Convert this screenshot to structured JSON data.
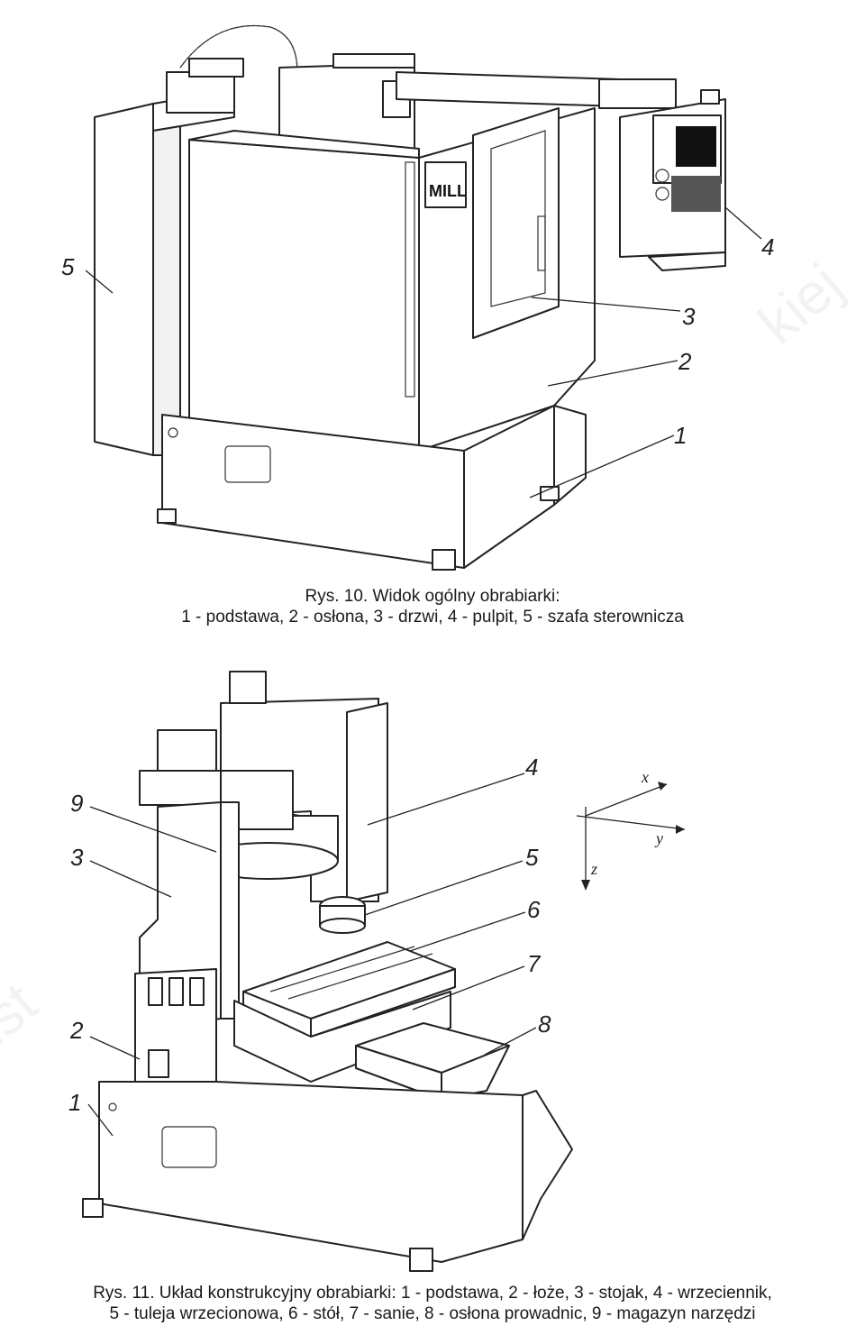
{
  "figure1": {
    "caption_title": "Rys. 10. Widok ogólny obrabiarki:",
    "caption_items": "1 - podstawa, 2 - osłona, 3 - drzwi, 4 - pulpit, 5 - szafa sterownicza",
    "brand_label": "MILL",
    "labels": [
      "1",
      "2",
      "3",
      "4",
      "5"
    ]
  },
  "figure2": {
    "caption_line1": "Rys. 11. Układ konstrukcyjny obrabiarki: 1 - podstawa, 2 - łoże, 3 - stojak, 4 - wrzeciennik,",
    "caption_line2": "5 - tuleja wrzecionowa, 6 - stół, 7 - sanie, 8 - osłona prowadnic, 9 - magazyn narzędzi",
    "labels": [
      "1",
      "2",
      "3",
      "4",
      "5",
      "6",
      "7",
      "8",
      "9"
    ],
    "axes": {
      "x": "x",
      "y": "y",
      "z": "z"
    }
  }
}
